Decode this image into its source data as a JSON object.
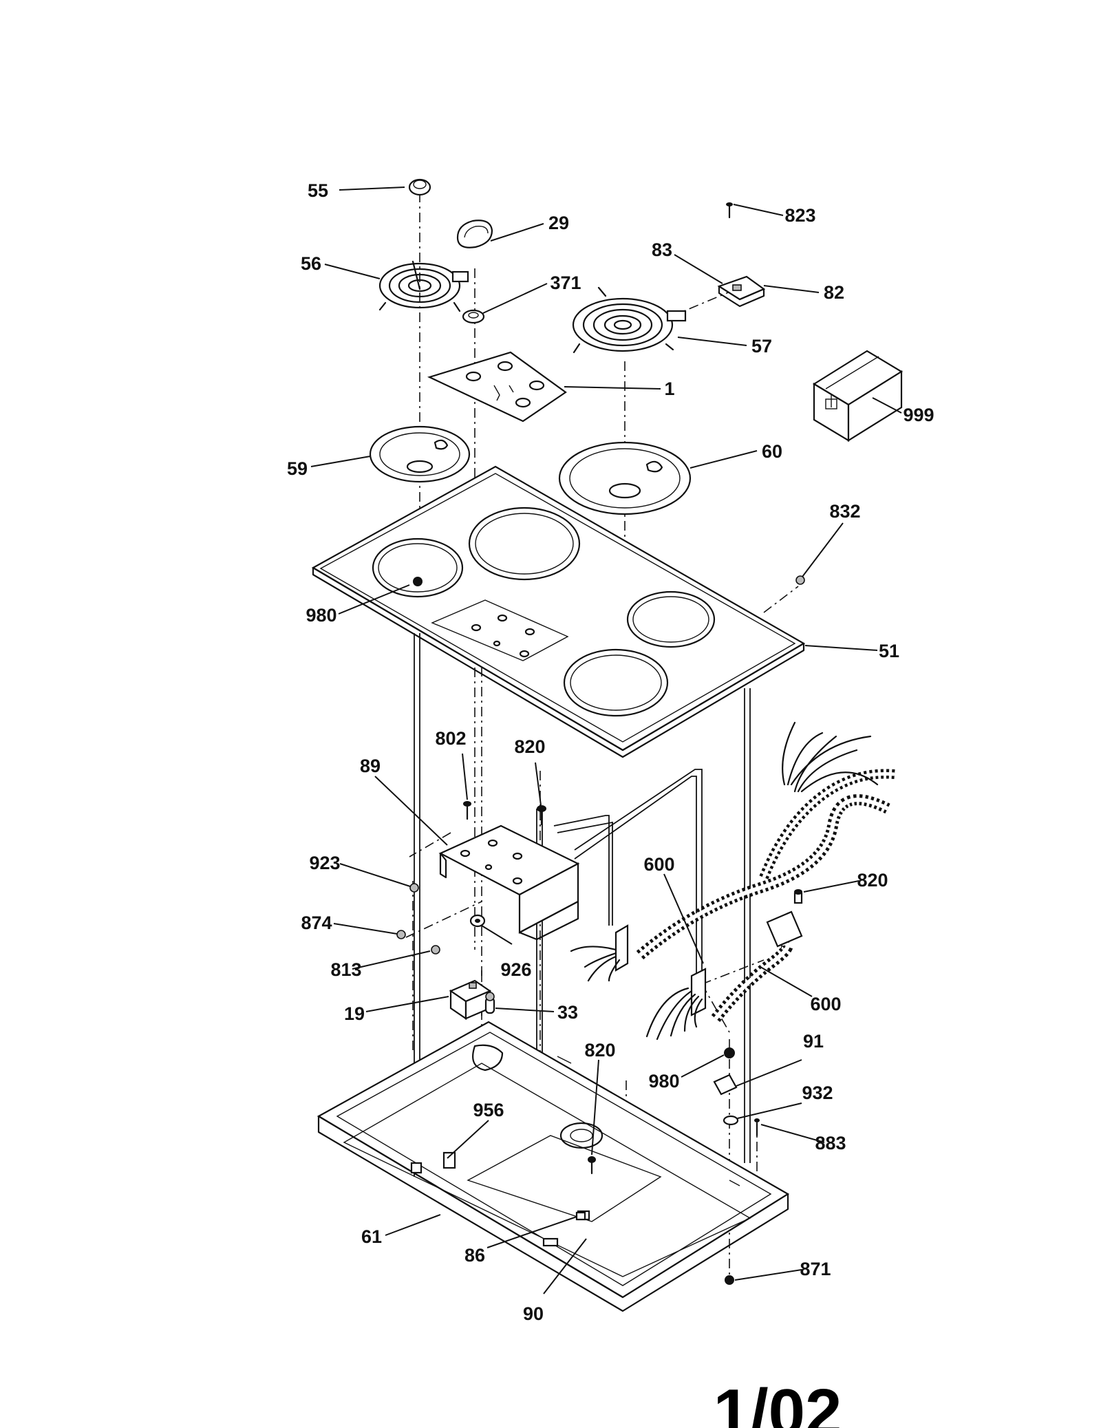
{
  "labels": {
    "p55": "55",
    "p29": "29",
    "p56": "56",
    "p371": "371",
    "p823": "823",
    "p83": "83",
    "p82": "82",
    "p57": "57",
    "p1": "1",
    "p999": "999",
    "p59": "59",
    "p60": "60",
    "p832": "832",
    "p980a": "980",
    "p51": "51",
    "p802": "802",
    "p820a": "820",
    "p89": "89",
    "p923": "923",
    "p600a": "600",
    "p820b": "820",
    "p874": "874",
    "p813": "813",
    "p926": "926",
    "p600b": "600",
    "p19": "19",
    "p33": "33",
    "p820c": "820",
    "p91": "91",
    "p980b": "980",
    "p932": "932",
    "p956": "956",
    "p883": "883",
    "p61": "61",
    "p86": "86",
    "p871": "871",
    "p90": "90"
  },
  "footer": {
    "page_code": "1/02"
  }
}
